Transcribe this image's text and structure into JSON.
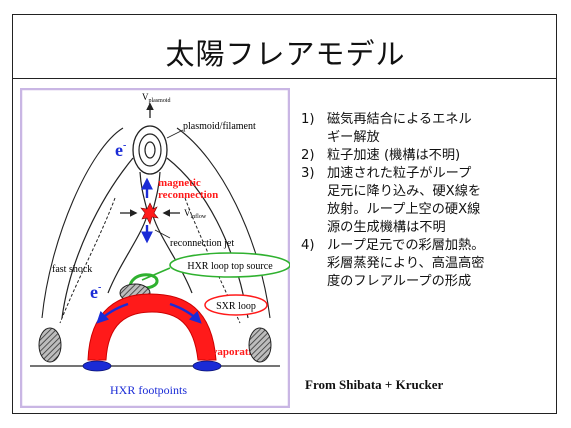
{
  "slide": {
    "title": "太陽フレアモデル",
    "credit": "From Shibata + Krucker"
  },
  "figure": {
    "labels": {
      "v_plasmoid": "V",
      "v_plasmoid_sub": "plasmoid",
      "plasmoid": "plasmoid/filament",
      "electron_top": "e",
      "electron_top_sup": "-",
      "magnetic": "magnetic",
      "reconnection": "reconnection",
      "v_inflow": "V",
      "v_inflow_sub": "inflow",
      "reconnection_jet": "reconnection jet",
      "fast_shock": "fast shock",
      "hxr_loop_top": "HXR loop top source",
      "electron_bottom": "e",
      "electron_bottom_sup": "-",
      "sxr_loop": "SXR loop",
      "evaporation": "evaporation",
      "hxr_footpoints": "HXR footpoints"
    },
    "colors": {
      "frame_border": "#c9b6e4",
      "red": "#ff1a1a",
      "blue": "#1a2bd6",
      "green": "#2fb12f",
      "ink": "#222222",
      "footpoint_text": "#1a2bd6"
    }
  },
  "list": [
    {
      "num": "1)",
      "lines": [
        "磁気再結合によるエネル",
        "ギー解放"
      ]
    },
    {
      "num": "2)",
      "lines": [
        "粒子加速 (機構は不明)"
      ]
    },
    {
      "num": "3)",
      "lines": [
        " 加速された粒子がループ",
        "足元に降り込み、硬X線を",
        "放射。ループ上空の硬X線",
        "源の生成機構は不明"
      ]
    },
    {
      "num": "4)",
      "lines": [
        "ループ足元での彩層加熱。",
        "彩層蒸発により、高温高密",
        "度のフレアループの形成"
      ]
    }
  ]
}
